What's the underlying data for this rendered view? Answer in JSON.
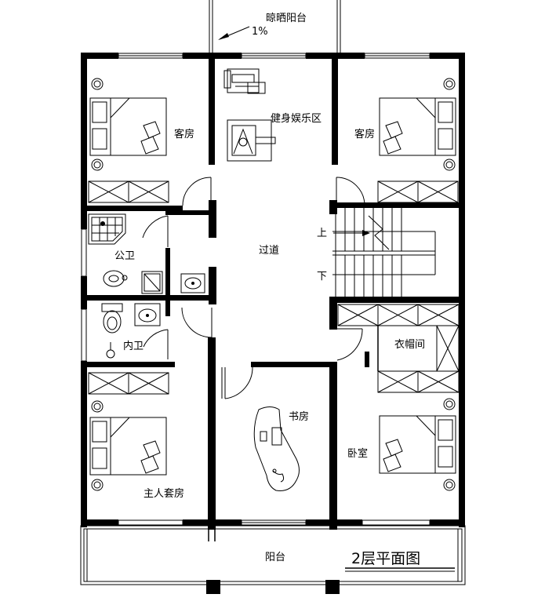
{
  "rooms": {
    "drying_balcony": "晾晒阳台",
    "slope": "1%",
    "guest_room_left": "客房",
    "fitness_area": "健身娱乐区",
    "guest_room_right": "客房",
    "public_bath": "公卫",
    "corridor": "过道",
    "stair_up": "上",
    "stair_down": "下",
    "inner_bath": "内卫",
    "closet": "衣帽间",
    "study": "书房",
    "bedroom": "卧室",
    "master_suite": "主人套房",
    "balcony": "阳台"
  },
  "drawing_title": "2层平面图"
}
